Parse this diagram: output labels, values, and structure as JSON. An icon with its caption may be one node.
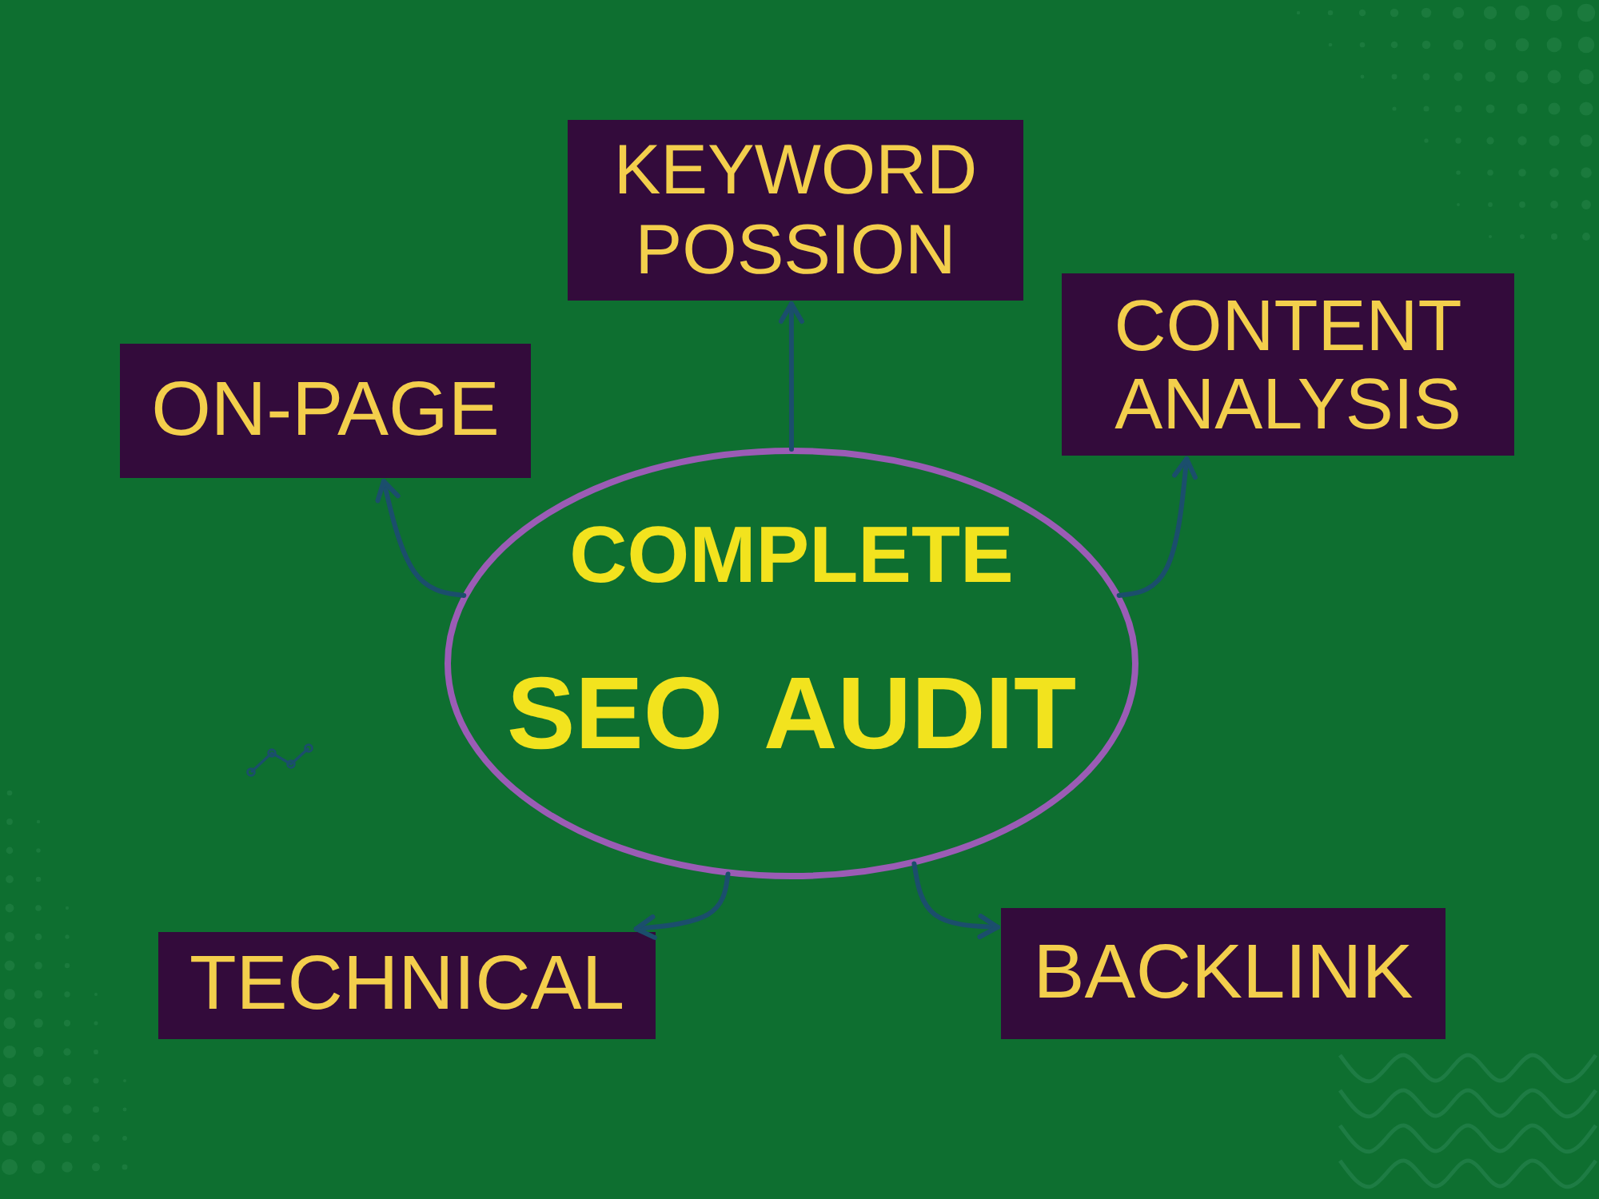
{
  "diagram": {
    "nodes": [
      {
        "text": [
          "KEYWORD POSSION"
        ]
      },
      {
        "text": [
          "ON-PAGE"
        ]
      },
      {
        "text": [
          "CONTENT ANALYSIS"
        ]
      },
      {
        "text": [
          "COMPLETE",
          "SEO AUDIT"
        ]
      },
      {
        "text": [
          "TECHNICAL"
        ]
      },
      {
        "text": [
          "BACKLINK"
        ]
      }
    ],
    "edges": [
      {
        "from": 3,
        "to": 0,
        "arrow": "to"
      },
      {
        "from": 3,
        "to": 1,
        "arrow": "to"
      },
      {
        "from": 3,
        "to": 2,
        "arrow": "to"
      },
      {
        "from": 3,
        "to": 4,
        "arrow": "to"
      },
      {
        "from": 3,
        "to": 5,
        "arrow": "to"
      }
    ]
  }
}
